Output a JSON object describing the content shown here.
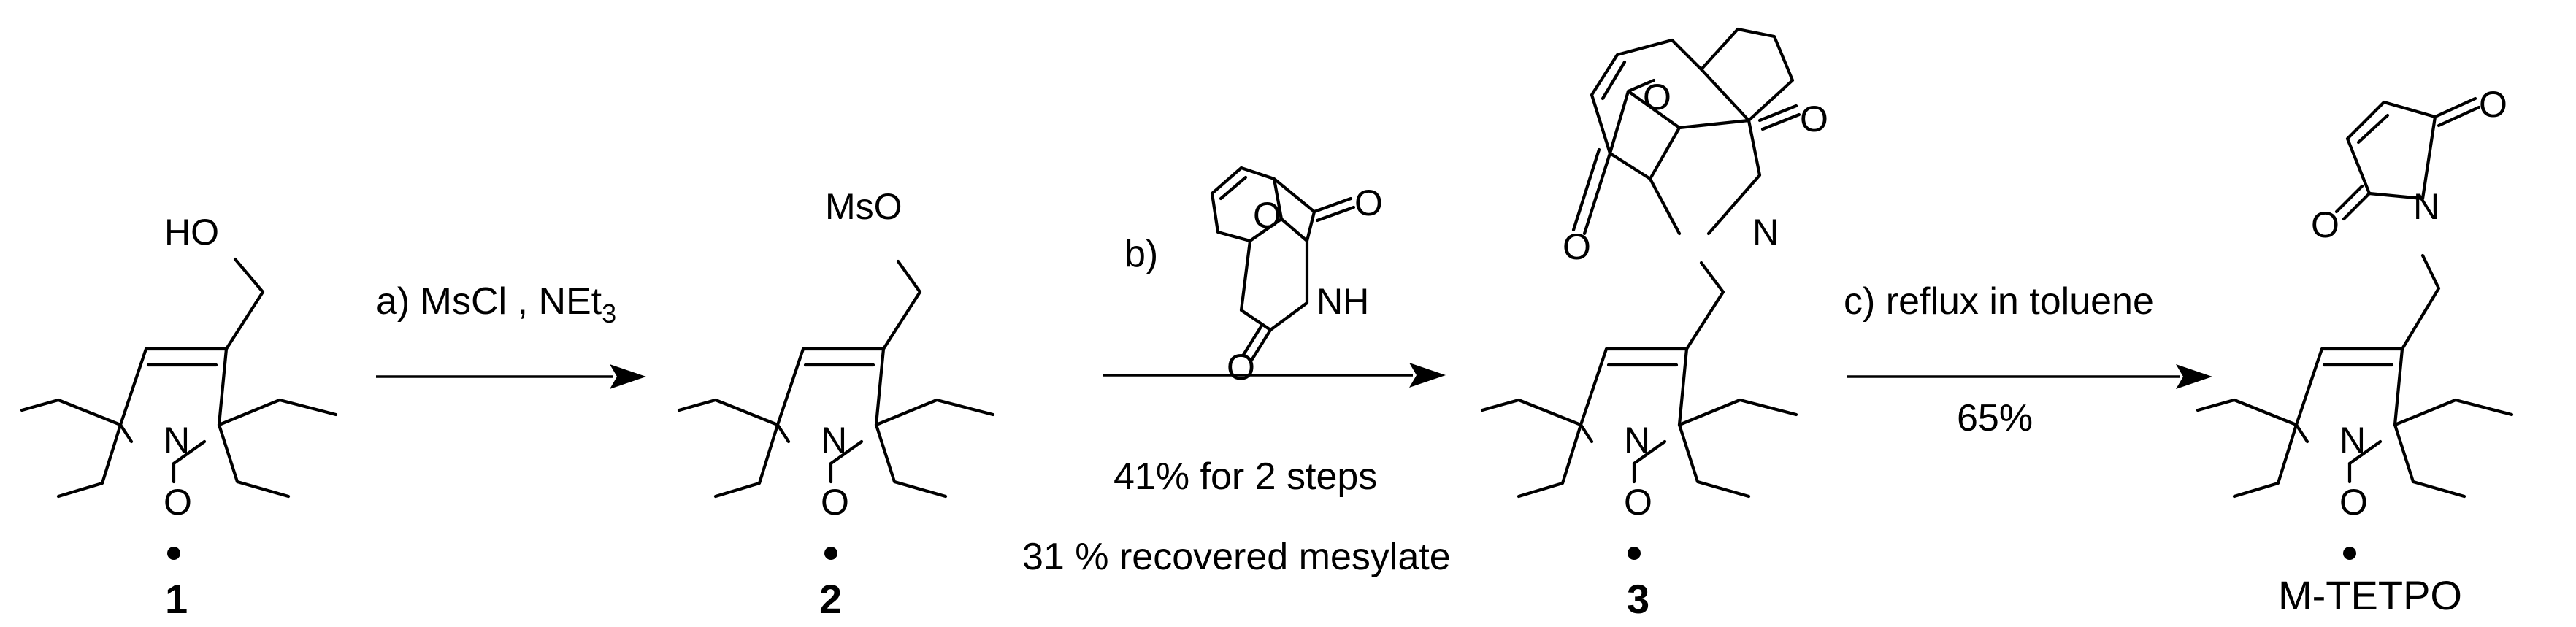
{
  "compounds": [
    {
      "id": "1",
      "label": "1",
      "substituent": "HO",
      "ring_n": "N",
      "nitroxide_o": "O"
    },
    {
      "id": "2",
      "label": "2",
      "substituent": "MsO",
      "ring_n": "N",
      "nitroxide_o": "O"
    },
    {
      "id": "3",
      "label": "3",
      "imide_n": "N",
      "imide_o_top": "O",
      "imide_o_bottom": "O",
      "bridge_o": "O",
      "ring_n": "N",
      "nitroxide_o": "O"
    },
    {
      "id": "mtetpo",
      "label": "M-TETPO",
      "imide_n": "N",
      "imide_o_top": "O",
      "imide_o_bottom": "O",
      "ring_n": "N",
      "nitroxide_o": "O"
    }
  ],
  "steps": [
    {
      "id": "a",
      "text": "a) MsCl , NEt",
      "subscript": "3"
    },
    {
      "id": "b",
      "prefix": "b)",
      "reagent_atoms": {
        "imide_nh": "NH",
        "imide_o": "O",
        "imide_o2": "O",
        "bridge_o": "O"
      },
      "below_1": "41% for 2 steps",
      "below_2": "31 % recovered mesylate"
    },
    {
      "id": "c",
      "text": "c) reflux in toluene",
      "below": "65%"
    }
  ]
}
